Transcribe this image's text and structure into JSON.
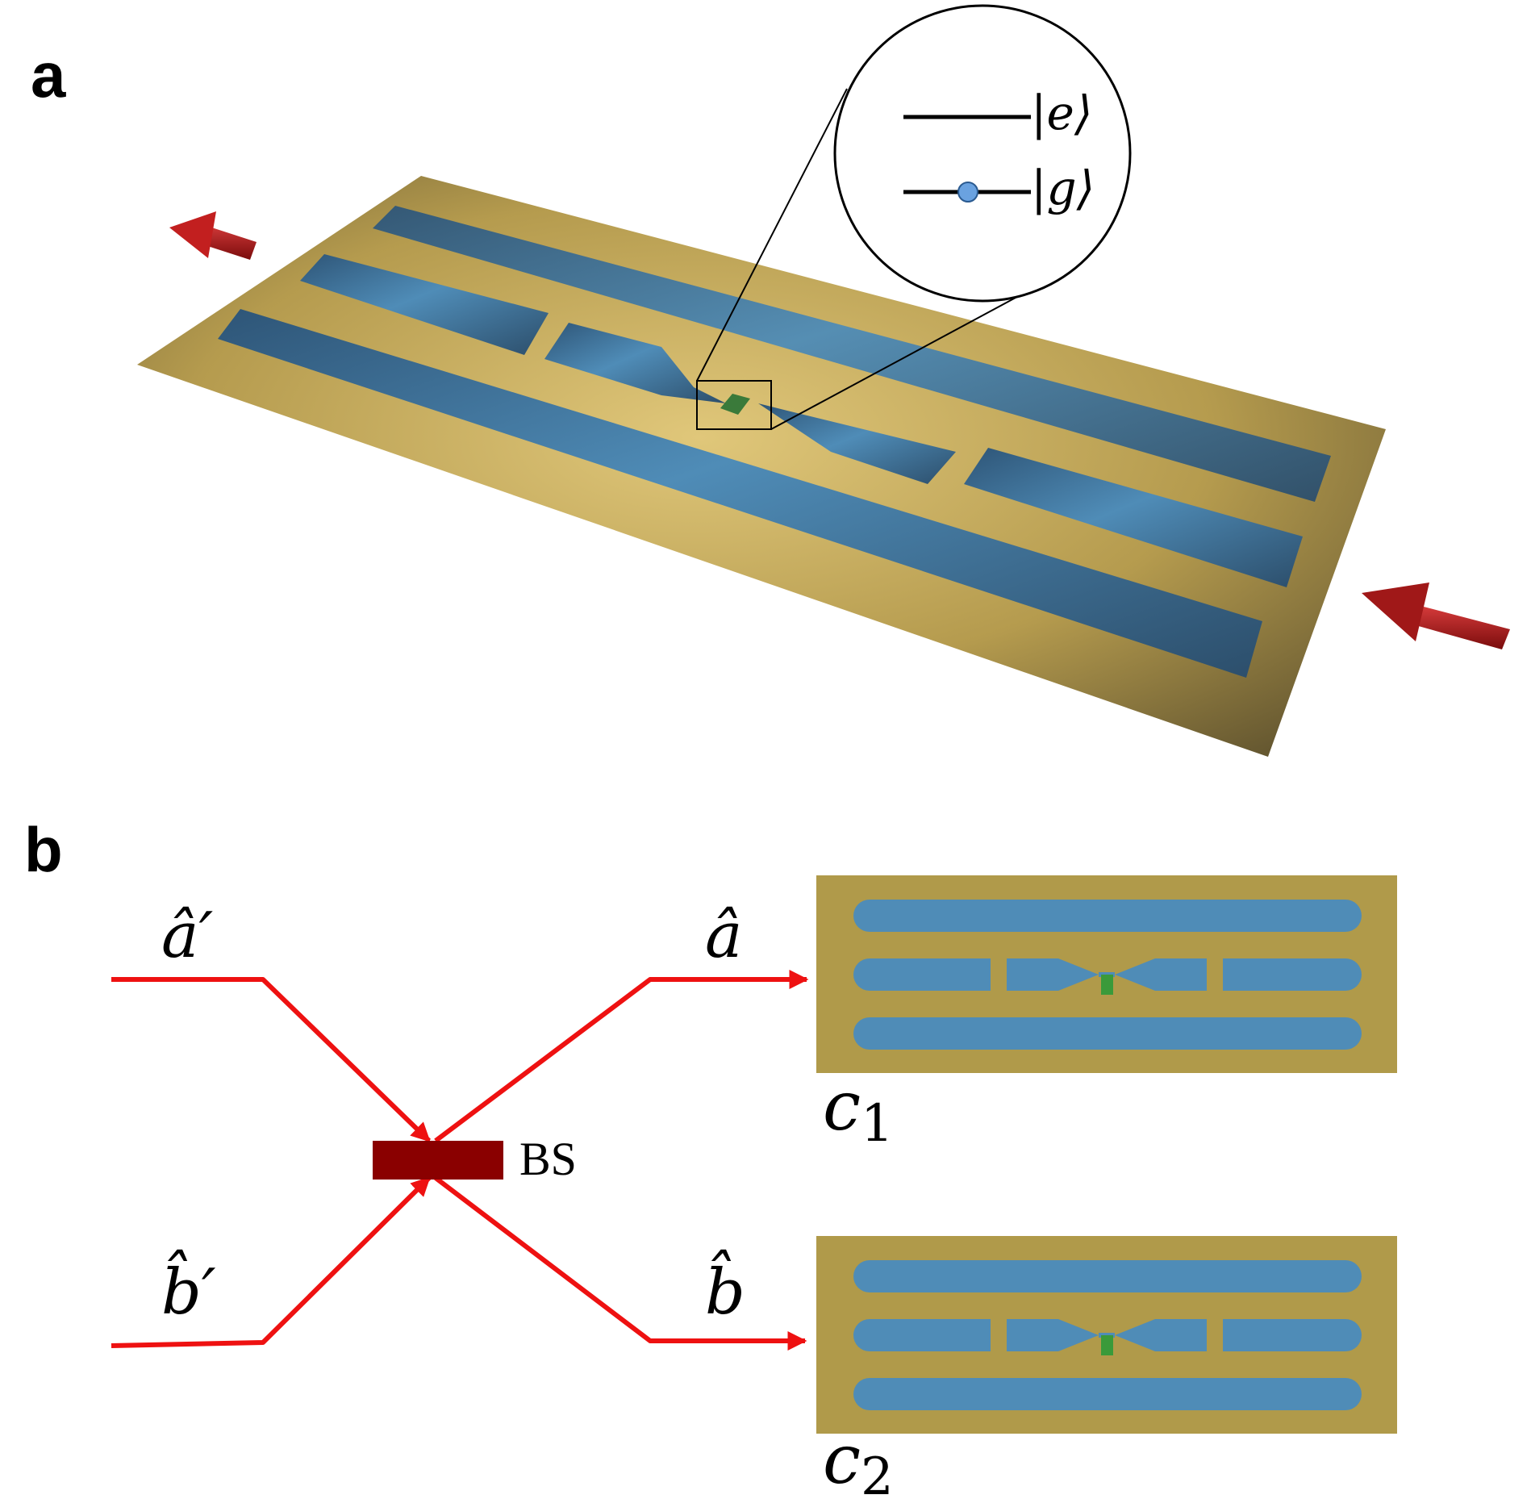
{
  "panel_a": {
    "label": "a",
    "state_excited": "|e⟩",
    "state_ground": "|g⟩"
  },
  "panel_b": {
    "label": "b",
    "input_a": "â′",
    "input_b": "b̂′",
    "output_a": "â",
    "output_b": "b̂",
    "beam_splitter": "BS",
    "chip1": "c",
    "chip1_sub": "1",
    "chip2": "c",
    "chip2_sub": "2"
  },
  "colors": {
    "substrate": "#b09a4a",
    "waveguide": "#4f8cb7",
    "emitter": "#3a9a3a",
    "beam": "#ee1111",
    "beam_splitter": "#8a0000",
    "arrow_3d": "#a01818",
    "atom": "#6aa2e0"
  }
}
